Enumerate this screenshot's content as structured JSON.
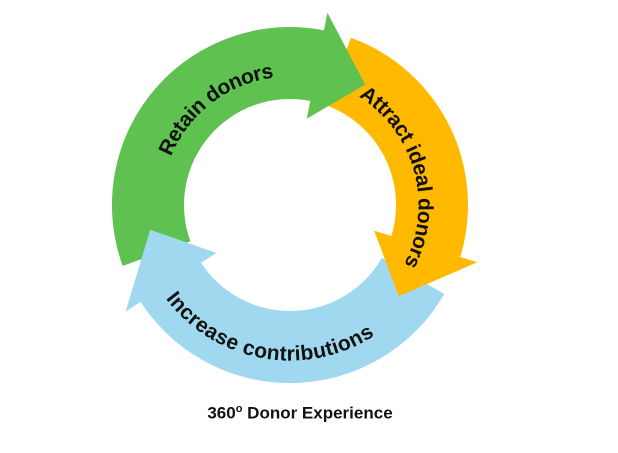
{
  "diagram": {
    "title": "360",
    "title_sup": "o",
    "title_rest": " Donor Experience",
    "stages": [
      {
        "label": "Retain donors",
        "color": "#5fc150"
      },
      {
        "label": "Attract ideal donors",
        "color": "#ffba00"
      },
      {
        "label": "Increase contributions",
        "color": "#a0d8f0"
      }
    ]
  }
}
